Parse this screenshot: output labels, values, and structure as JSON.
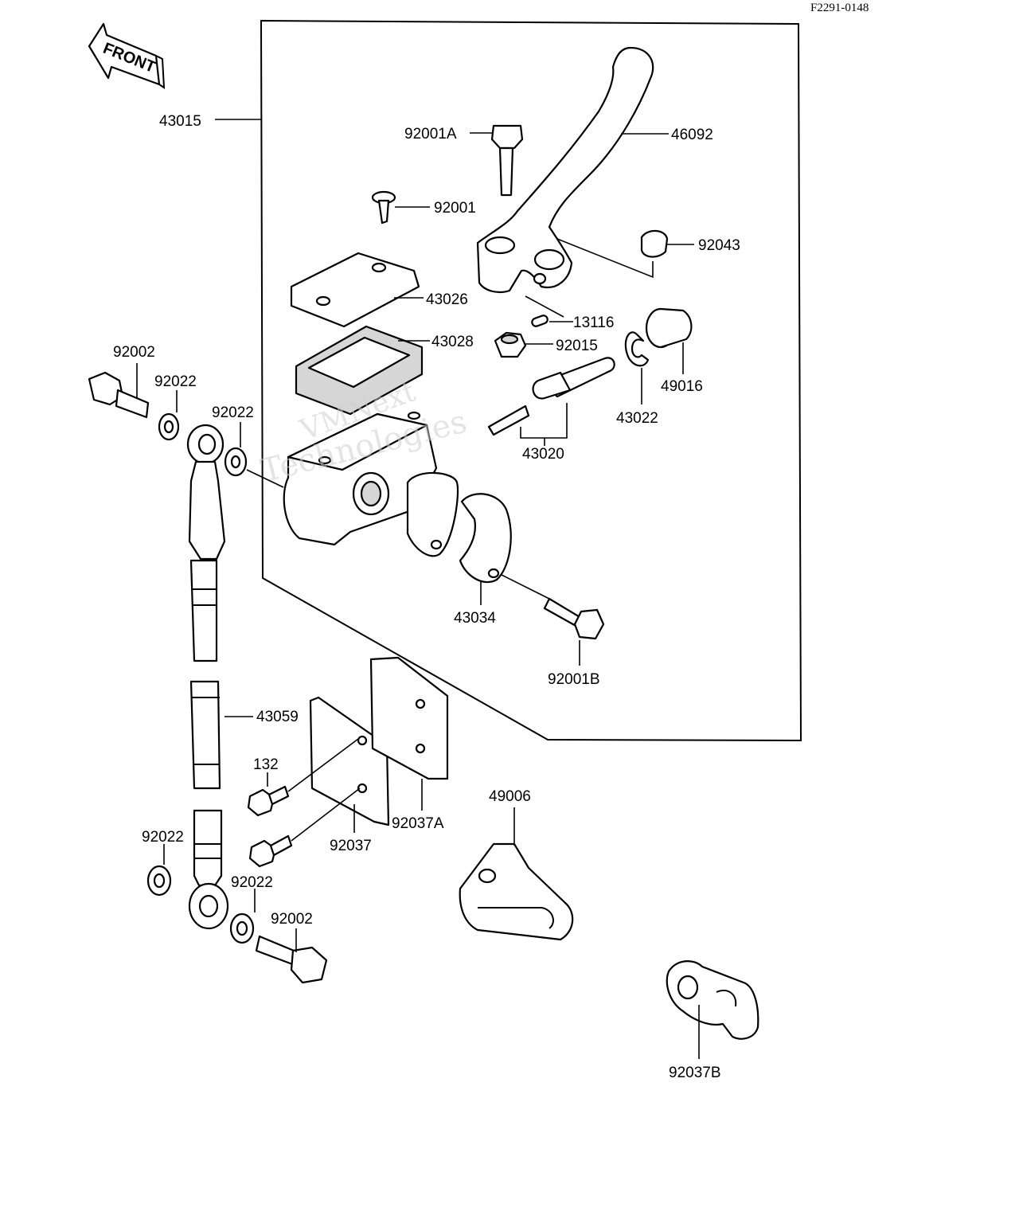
{
  "figure_code": "F2291-0148",
  "front_label": "FRONT",
  "watermark": {
    "line1": "VMNext",
    "line2": "Technologies"
  },
  "labels": {
    "assembly": "43015",
    "lever": "46092",
    "pivot_bolt": "92001A",
    "screw_cap": "92001",
    "lever_nut_cap": "92043",
    "cap": "43026",
    "diaphragm": "43028",
    "pin": "13116",
    "nut": "92015",
    "dust_boot": "49016",
    "circlip": "43022",
    "piston_set": "43020",
    "clamp": "43034",
    "clamp_bolt": "92001B",
    "banjo_bolt_top": "92002",
    "washer_top_a": "92022",
    "washer_top_b": "92022",
    "brake_hose": "43059",
    "bolt_132": "132",
    "bracket_a": "92037A",
    "bracket": "92037",
    "guide": "49006",
    "washer_bottom_a": "92022",
    "washer_bottom_b": "92022",
    "banjo_bolt_bottom": "92002",
    "hose_clamp": "92037B"
  }
}
